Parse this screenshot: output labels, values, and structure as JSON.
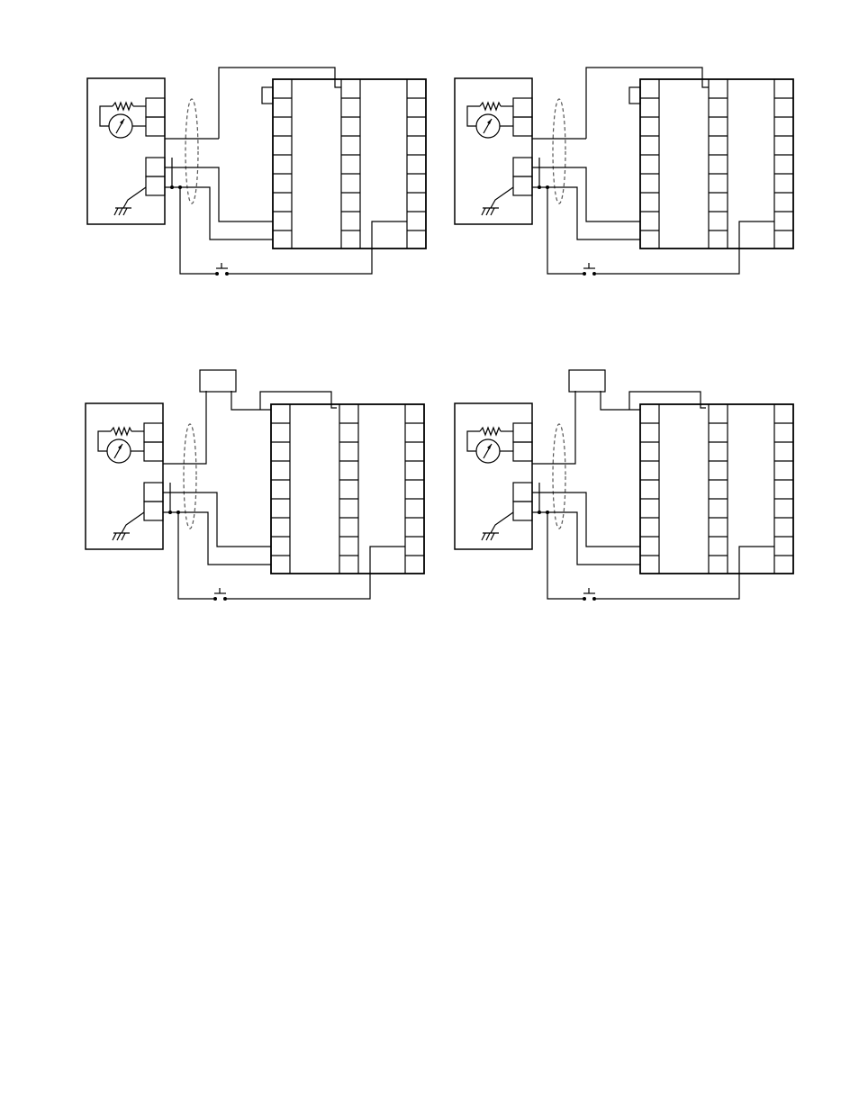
{
  "page": {
    "background": "#ffffff"
  },
  "colors": {
    "line": "#000000",
    "shield": "#555555"
  },
  "diagrams": [
    {
      "id": "top-left",
      "has_external_box": false,
      "jumper": true
    },
    {
      "id": "top-right",
      "has_external_box": false,
      "jumper": true
    },
    {
      "id": "bottom-left",
      "has_external_box": true,
      "jumper": false
    },
    {
      "id": "bottom-right",
      "has_external_box": true,
      "jumper": false
    }
  ],
  "icons": [
    "resistor-icon",
    "meter-icon",
    "ground-icon",
    "push-switch-icon",
    "shield-icon"
  ]
}
